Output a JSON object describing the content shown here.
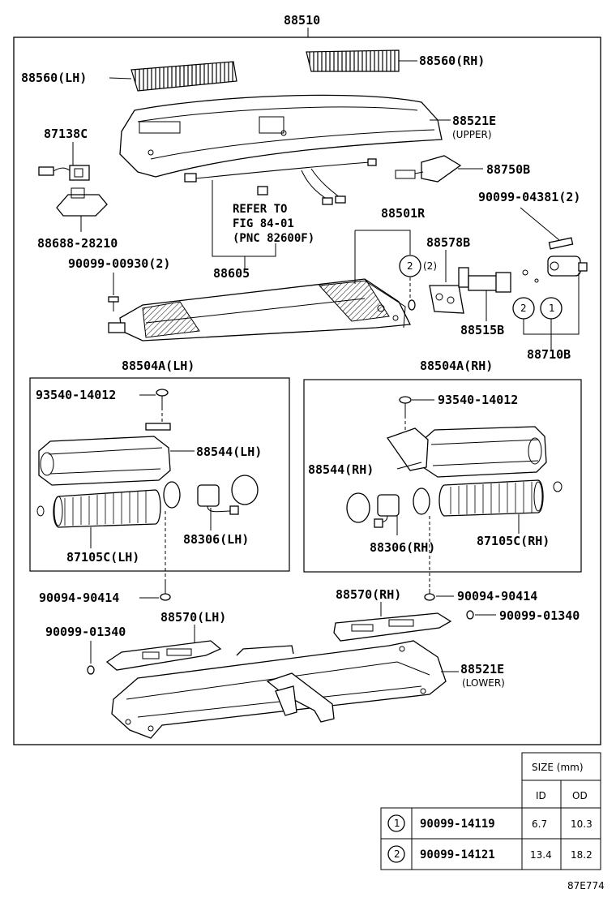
{
  "diagram_code": "87E774",
  "labels": {
    "main_assembly": "88510",
    "vent_lh": "88560(LH)",
    "vent_rh": "88560(RH)",
    "case_upper": "88521E",
    "case_upper_note": "(UPPER)",
    "sensor": "87138C",
    "bracket": "88688-28210",
    "amplifier": "88750B",
    "screw_top": "90099-04381(2)",
    "refer_line1": "REFER TO",
    "refer_line2": "FIG 84-01",
    "refer_line3": "(PNC 82600F)",
    "evaporator": "88501R",
    "qty_2": "(2)",
    "plate": "88578B",
    "screw_left": "90099-00930(2)",
    "wire_harness": "88605",
    "valve": "88515B",
    "valve_set": "88710B",
    "blower_lh": "88504A(LH)",
    "blower_rh": "88504A(RH)",
    "screw_lh": "93540-14012",
    "screw_rh": "93540-14012",
    "housing_lh": "88544(LH)",
    "housing_rh": "88544(RH)",
    "fan_lh": "87105C(LH)",
    "fan_rh": "87105C(RH)",
    "motor_lh": "88306(LH)",
    "motor_rh": "88306(RH)",
    "bolt_lh": "90094-90414",
    "bolt_rh": "90094-90414",
    "cover_lh": "88570(LH)",
    "cover_rh": "88570(RH)",
    "nut_lh": "90099-01340",
    "nut_rh": "90099-01340",
    "case_lower": "88521E",
    "case_lower_note": "(LOWER)",
    "ref1": "1",
    "ref2": "2"
  },
  "size_table": {
    "title": "SIZE (mm)",
    "col_id": "ID",
    "col_od": "OD",
    "rows": [
      {
        "ref": "1",
        "part": "90099-14119",
        "id": "6.7",
        "od": "10.3"
      },
      {
        "ref": "2",
        "part": "90099-14121",
        "id": "13.4",
        "od": "18.2"
      }
    ]
  }
}
